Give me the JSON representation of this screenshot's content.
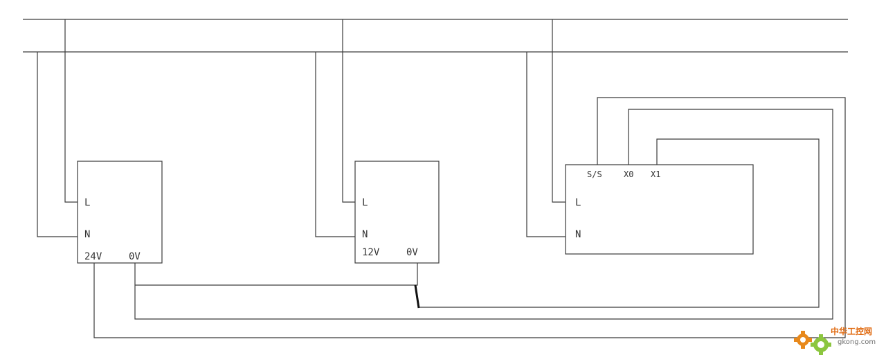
{
  "devices": [
    {
      "terminals": {
        "l": "L",
        "n": "N",
        "out_pos": "24V",
        "out_neg": "0V"
      }
    },
    {
      "terminals": {
        "l": "L",
        "n": "N",
        "out_pos": "12V",
        "out_neg": "0V"
      }
    },
    {
      "terminals": {
        "l": "L",
        "n": "N",
        "ss": "S/S",
        "x0": "X0",
        "x1": "X1"
      }
    }
  ],
  "watermark": {
    "text_cn": "中华工控网",
    "url": "gkong.com"
  },
  "colors": {
    "line": "#3a3a3a",
    "watermark_orange": "#e8891c",
    "watermark_green": "#8cc63f"
  }
}
